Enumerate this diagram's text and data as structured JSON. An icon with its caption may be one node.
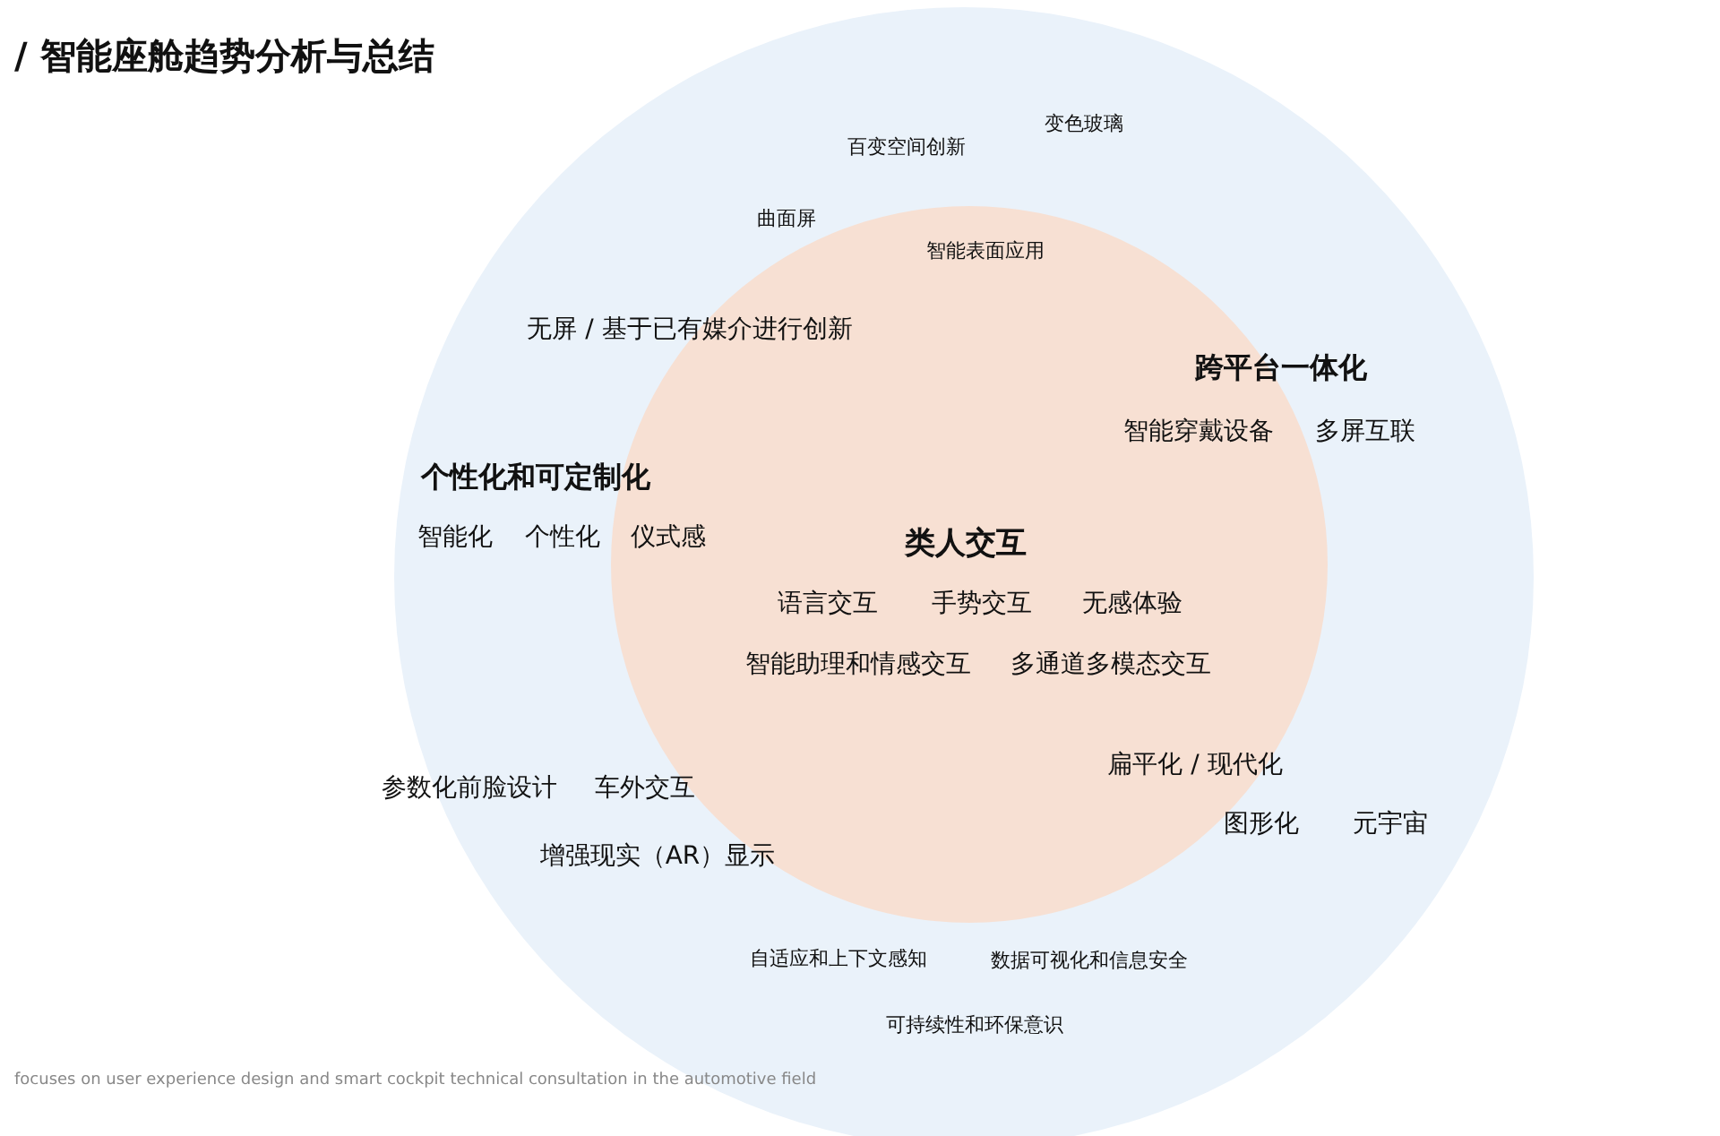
{
  "diagram": {
    "title": "/  智能座舱趋势分析与总结",
    "nodes": [
      {
        "text": [],
        "shape": "circle"
      },
      {
        "text": [
          "智能表面应用",
          "类人交互",
          "语言交互",
          "手势交互",
          "无感体验",
          "智能助理和情感交互",
          "多通道多模态交互",
          "扁平化 / 现代化"
        ],
        "in": 0
      }
    ],
    "labels": [
      "变色玻璃",
      "百变空间创新",
      "曲面屏",
      "无屏 / 基于已有媒介进行创新",
      "跨平台一体化",
      "智能穿戴设备",
      "多屏互联",
      "个性化和可定制化",
      "智能化",
      "个性化",
      "仪式感",
      "参数化前脸设计",
      "车外交互",
      "增强现实（AR）显示",
      "图形化",
      "元宇宙",
      "自适应和上下文感知",
      "数据可视化和信息安全",
      "可持续性和环保意识",
      "focuses on user experience design and smart cockpit technical consultation in the automotive field"
    ]
  }
}
